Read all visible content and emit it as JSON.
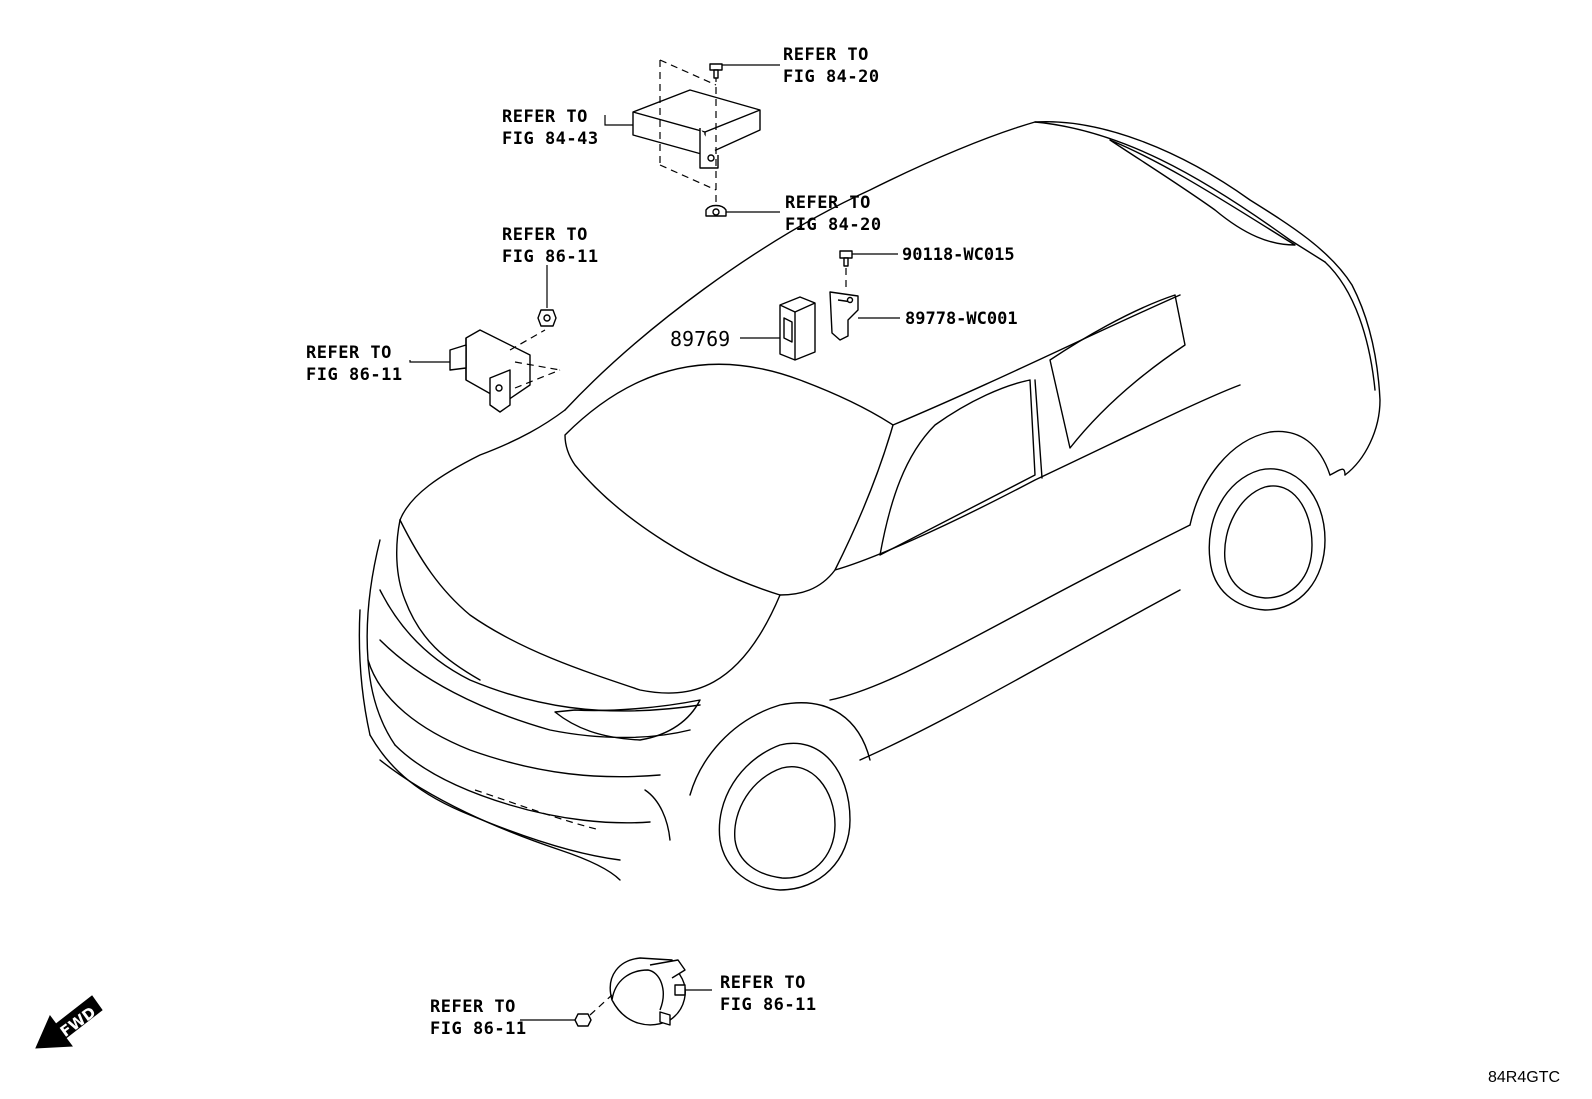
{
  "callouts": {
    "ref_top_bolt": [
      "REFER TO",
      "FIG 84-20"
    ],
    "ref_top_unit": [
      "REFER TO",
      "FIG 84-43"
    ],
    "ref_top_nut": [
      "REFER TO",
      "FIG 84-20"
    ],
    "ref_left_nut": [
      "REFER TO",
      "FIG 86-11"
    ],
    "ref_left_unit": [
      "REFER TO",
      "FIG 86-11"
    ],
    "ref_bottom_nut": [
      "REFER TO",
      "FIG 86-11"
    ],
    "ref_bottom_horn": [
      "REFER TO",
      "FIG 86-11"
    ]
  },
  "parts": {
    "receiver": "89769",
    "bolt": "90118-WC015",
    "bracket": "89778-WC001"
  },
  "fwd_label": "FWD",
  "diagram_code": "84R4GTC"
}
